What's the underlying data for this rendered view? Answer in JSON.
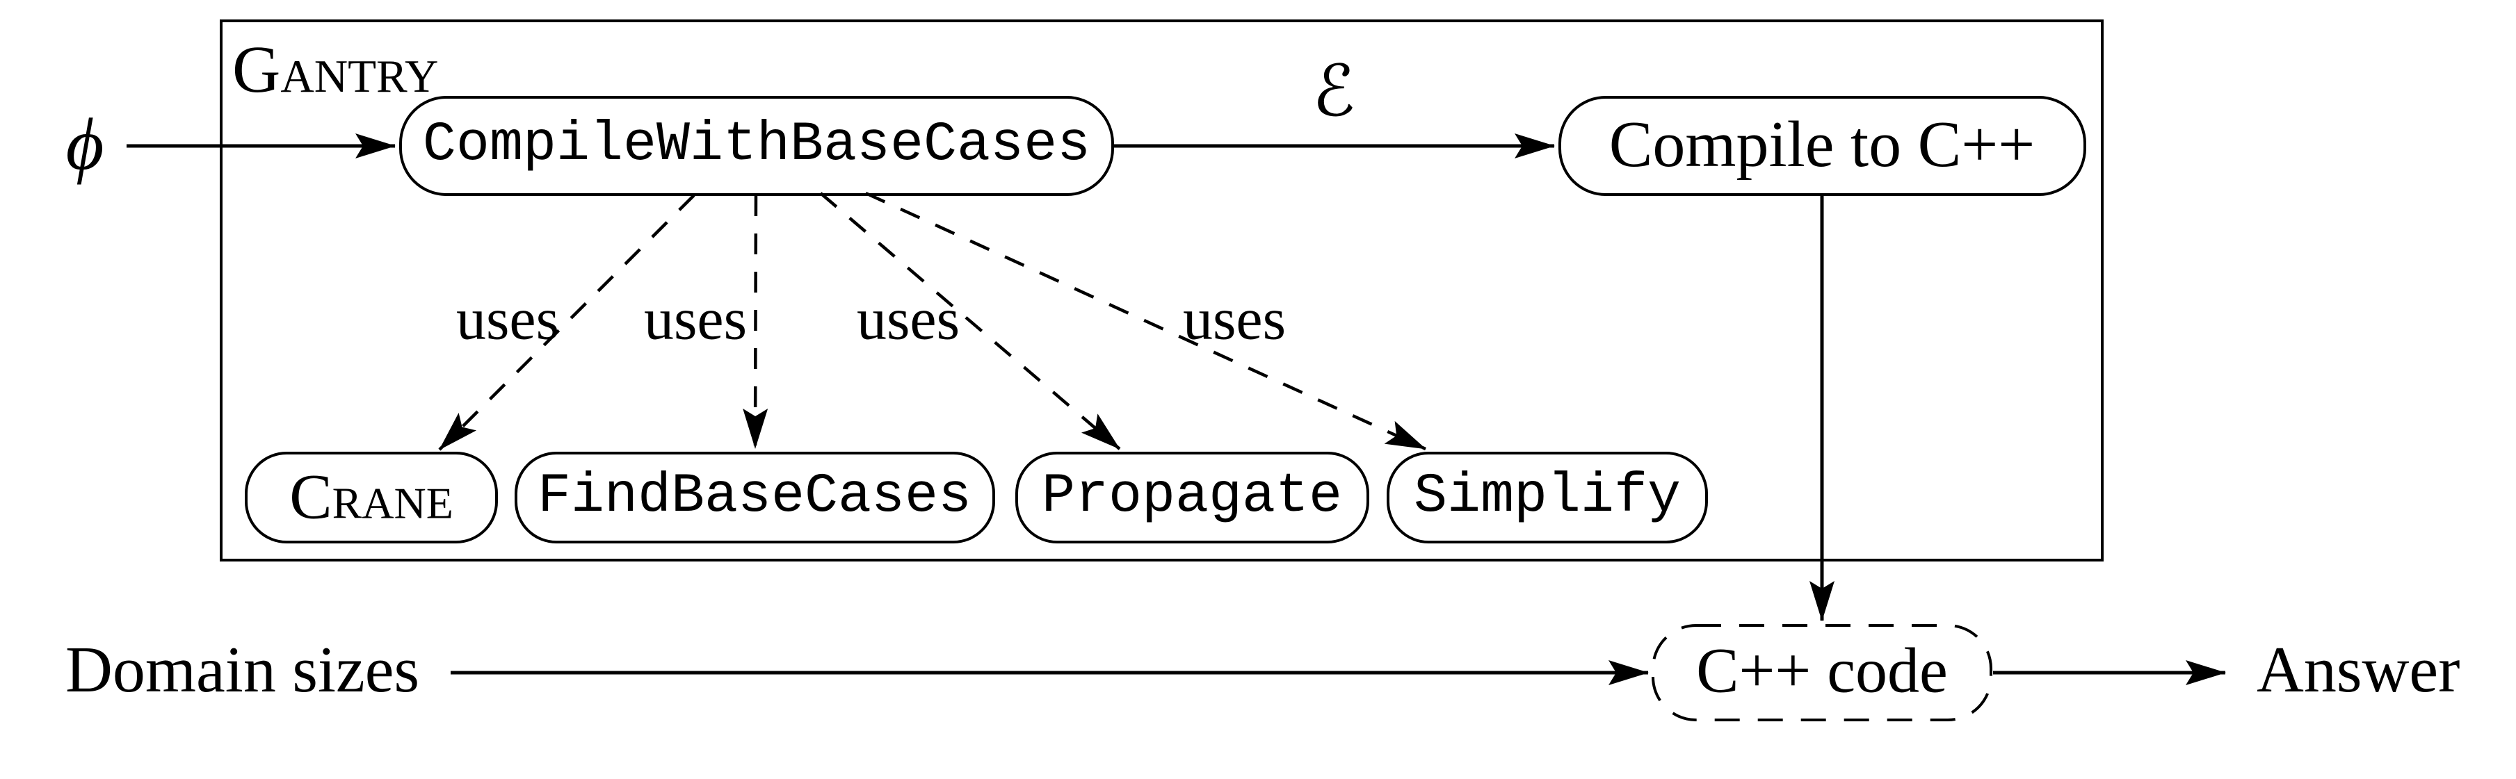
{
  "colors": {
    "ink": "#000000",
    "background": "#ffffff"
  },
  "gantry": {
    "title": "Gantry",
    "nodes": {
      "compile_with_base_cases": "CompileWithBaseCases",
      "compile_to_cpp": "Compile to C++",
      "crane": "Crane",
      "find_base_cases": "FindBaseCases",
      "propagate": "Propagate",
      "simplify": "Simplify"
    }
  },
  "io": {
    "input_formula": "ϕ",
    "einsum_label": "ℰ",
    "domain_sizes": "Domain sizes",
    "cpp_code": "C++ code",
    "answer": "Answer"
  },
  "edges": {
    "uses": [
      "uses",
      "uses",
      "uses",
      "uses"
    ]
  }
}
